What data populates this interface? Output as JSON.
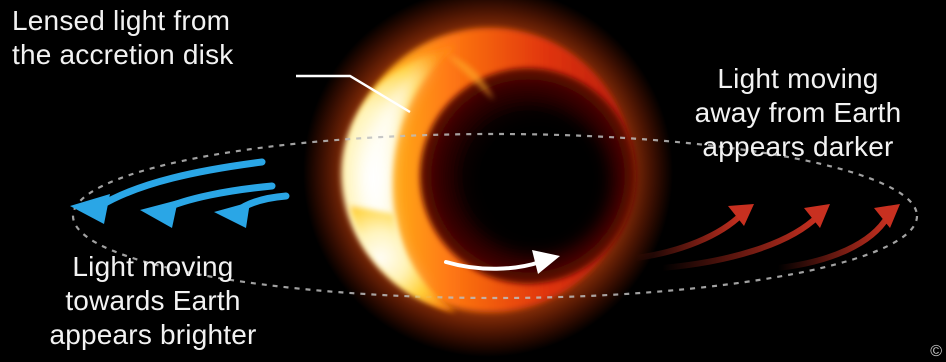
{
  "labels": {
    "lensed_light": [
      "Lensed light from",
      "the accretion disk"
    ],
    "moving_away": [
      "Light moving",
      "away from Earth",
      "appears darker"
    ],
    "moving_towards": [
      "Light moving",
      "towards Earth",
      "appears brighter"
    ]
  },
  "colors": {
    "background": "#000000",
    "bright_side": "#fff6c8",
    "ring_orange": "#ff6a10",
    "dark_side_red": "#c8200e",
    "arrow_blue": "#2aa6e6",
    "arrow_red": "#c83020",
    "orbit_dash": "#bdbdbd",
    "text": "#f2f2f2"
  },
  "icons": {
    "towards_arrows": "curved-arrow-blue",
    "away_arrows": "curved-arrow-red",
    "center_arrow": "curved-arrow-white"
  }
}
